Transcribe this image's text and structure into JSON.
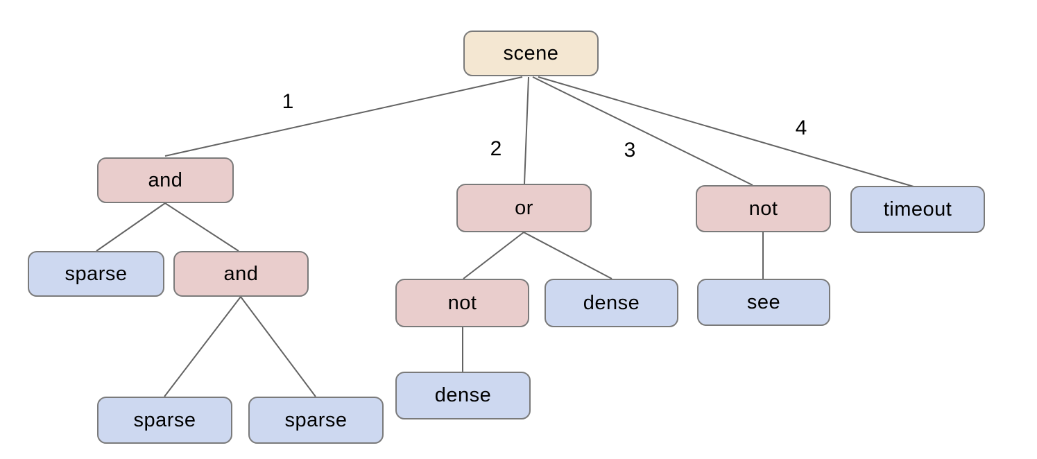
{
  "tree": {
    "root": {
      "label": "scene",
      "children": [
        {
          "edge_label": "1",
          "label": "and",
          "children": [
            {
              "label": "sparse",
              "children": []
            },
            {
              "label": "and",
              "children": [
                {
                  "label": "sparse",
                  "children": []
                },
                {
                  "label": "sparse",
                  "children": []
                }
              ]
            }
          ]
        },
        {
          "edge_label": "2",
          "label": "or",
          "children": [
            {
              "label": "not",
              "children": [
                {
                  "label": "dense",
                  "children": []
                }
              ]
            },
            {
              "label": "dense",
              "children": []
            }
          ]
        },
        {
          "edge_label": "3",
          "label": "not",
          "children": [
            {
              "label": "see",
              "children": []
            }
          ]
        },
        {
          "edge_label": "4",
          "label": "timeout",
          "children": []
        }
      ]
    },
    "colors": {
      "root_fill": "#f4e7d2",
      "operator_fill": "#e9cdcc",
      "leaf_fill": "#cdd8f0",
      "node_border": "#7a7a7a",
      "edge": "#636363",
      "text": "#000000"
    }
  }
}
